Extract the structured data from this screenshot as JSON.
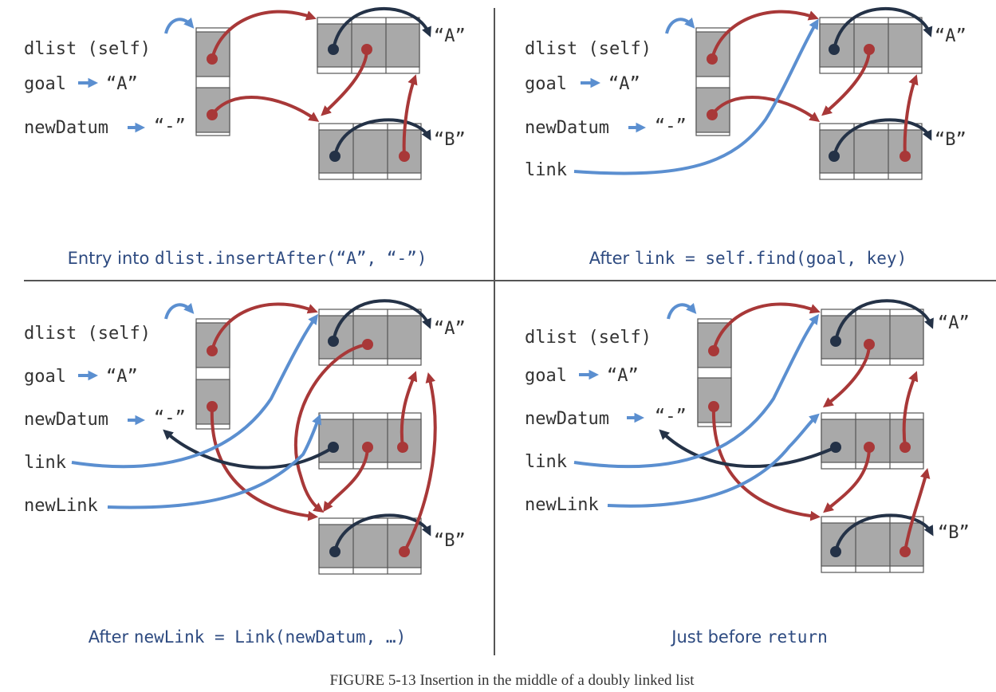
{
  "figure_caption_label": "FIGURE 5-13",
  "figure_caption_text": " Insertion in the middle of a doubly linked list",
  "colors": {
    "blue": "#5b8fd0",
    "red": "#a83838",
    "navy": "#243247",
    "cell": "#a9a9a9",
    "divider": "#555555"
  },
  "panels": [
    {
      "id": "entry",
      "vars": [
        "dlist (self)",
        "goal",
        "newDatum"
      ],
      "goal_value": "“A”",
      "newdatum_value": "“-”",
      "node_a_value": "“A”",
      "node_b_value": "“B”",
      "caption_prefix": "Entry into ",
      "caption_code": "dlist.insertAfter(“A”, “-”)",
      "caption_suffix": ""
    },
    {
      "id": "after-find",
      "vars": [
        "dlist (self)",
        "goal",
        "newDatum",
        "link"
      ],
      "goal_value": "“A”",
      "newdatum_value": "“-”",
      "node_a_value": "“A”",
      "node_b_value": "“B”",
      "caption_prefix": "After ",
      "caption_code": "link = self.find(goal, key)",
      "caption_suffix": ""
    },
    {
      "id": "after-newlink",
      "vars": [
        "dlist (self)",
        "goal",
        "newDatum",
        "link",
        "newLink"
      ],
      "goal_value": "“A”",
      "newdatum_value": "“-”",
      "node_a_value": "“A”",
      "node_b_value": "“B”",
      "caption_prefix": "After ",
      "caption_code": "newLink = Link(newDatum, …)",
      "caption_suffix": ""
    },
    {
      "id": "before-return",
      "vars": [
        "dlist (self)",
        "goal",
        "newDatum",
        "link",
        "newLink"
      ],
      "goal_value": "“A”",
      "newdatum_value": "“-”",
      "node_a_value": "“A”",
      "node_b_value": "“B”",
      "caption_prefix": "Just before ",
      "caption_code": "return",
      "caption_suffix": ""
    }
  ]
}
